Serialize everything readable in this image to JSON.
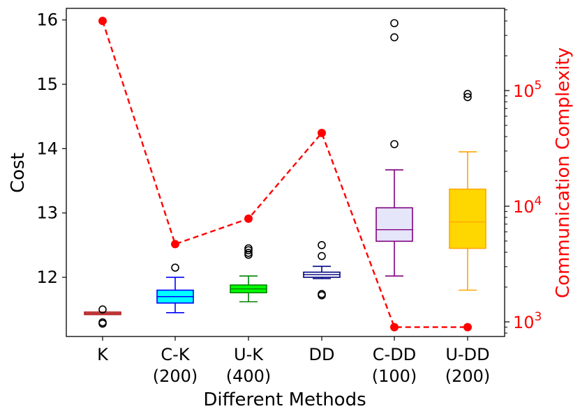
{
  "chart_data": {
    "type": "box",
    "xlabel": "Different Methods",
    "ylabel": "Cost",
    "y2label": "Communication Complexity",
    "y2_color": "#ff0000",
    "ylim": [
      11.08,
      16.18
    ],
    "y2_scale": "log",
    "y2_ticks": [
      {
        "base": "10",
        "exp": "3",
        "value": 1000
      },
      {
        "base": "10",
        "exp": "4",
        "value": 10000
      },
      {
        "base": "10",
        "exp": "5",
        "value": 100000
      }
    ],
    "yticks": [
      "12",
      "13",
      "14",
      "15",
      "16"
    ],
    "categories": [
      {
        "line1": "K",
        "line2": ""
      },
      {
        "line1": "C-K",
        "line2": "(200)"
      },
      {
        "line1": "U-K",
        "line2": "(400)"
      },
      {
        "line1": "DD",
        "line2": ""
      },
      {
        "line1": "C-DD",
        "line2": "(100)"
      },
      {
        "line1": "U-DD",
        "line2": "(200)"
      }
    ],
    "boxes": [
      {
        "whisker_low": 11.43,
        "q1": 11.42,
        "median": 11.44,
        "q3": 11.46,
        "whisker_high": 11.45,
        "outliers": [
          11.5,
          11.3,
          11.28
        ],
        "color": "#b22222",
        "fill": "#f4a6a6"
      },
      {
        "whisker_low": 11.45,
        "q1": 11.6,
        "median": 11.7,
        "q3": 11.8,
        "whisker_high": 12.0,
        "outliers": [
          12.15
        ],
        "color": "#0000ff",
        "fill": "#00ffff"
      },
      {
        "whisker_low": 11.62,
        "q1": 11.76,
        "median": 11.82,
        "q3": 11.88,
        "whisker_high": 12.02,
        "outliers": [
          12.35,
          12.38,
          12.42,
          12.45
        ],
        "color": "#008000",
        "fill": "#00ff00"
      },
      {
        "whisker_low": 11.98,
        "q1": 12.0,
        "median": 12.04,
        "q3": 12.08,
        "whisker_high": 12.17,
        "outliers": [
          12.33,
          12.5,
          11.72,
          11.74
        ],
        "color": "#000080",
        "fill": "#ffffff"
      },
      {
        "whisker_low": 12.02,
        "q1": 12.56,
        "median": 12.74,
        "q3": 13.08,
        "whisker_high": 13.67,
        "outliers": [
          14.07,
          15.73,
          15.95
        ],
        "color": "#800080",
        "fill": "#e6e6fa"
      },
      {
        "whisker_low": 11.8,
        "q1": 12.45,
        "median": 12.86,
        "q3": 13.37,
        "whisker_high": 13.95,
        "outliers": [
          14.8,
          14.85
        ],
        "color": "#ffa500",
        "fill": "#ffd700"
      }
    ],
    "comm_series": {
      "values": [
        400000,
        4700,
        7800,
        43000,
        900,
        900
      ],
      "color": "#ff0000",
      "style": "dashed"
    }
  }
}
